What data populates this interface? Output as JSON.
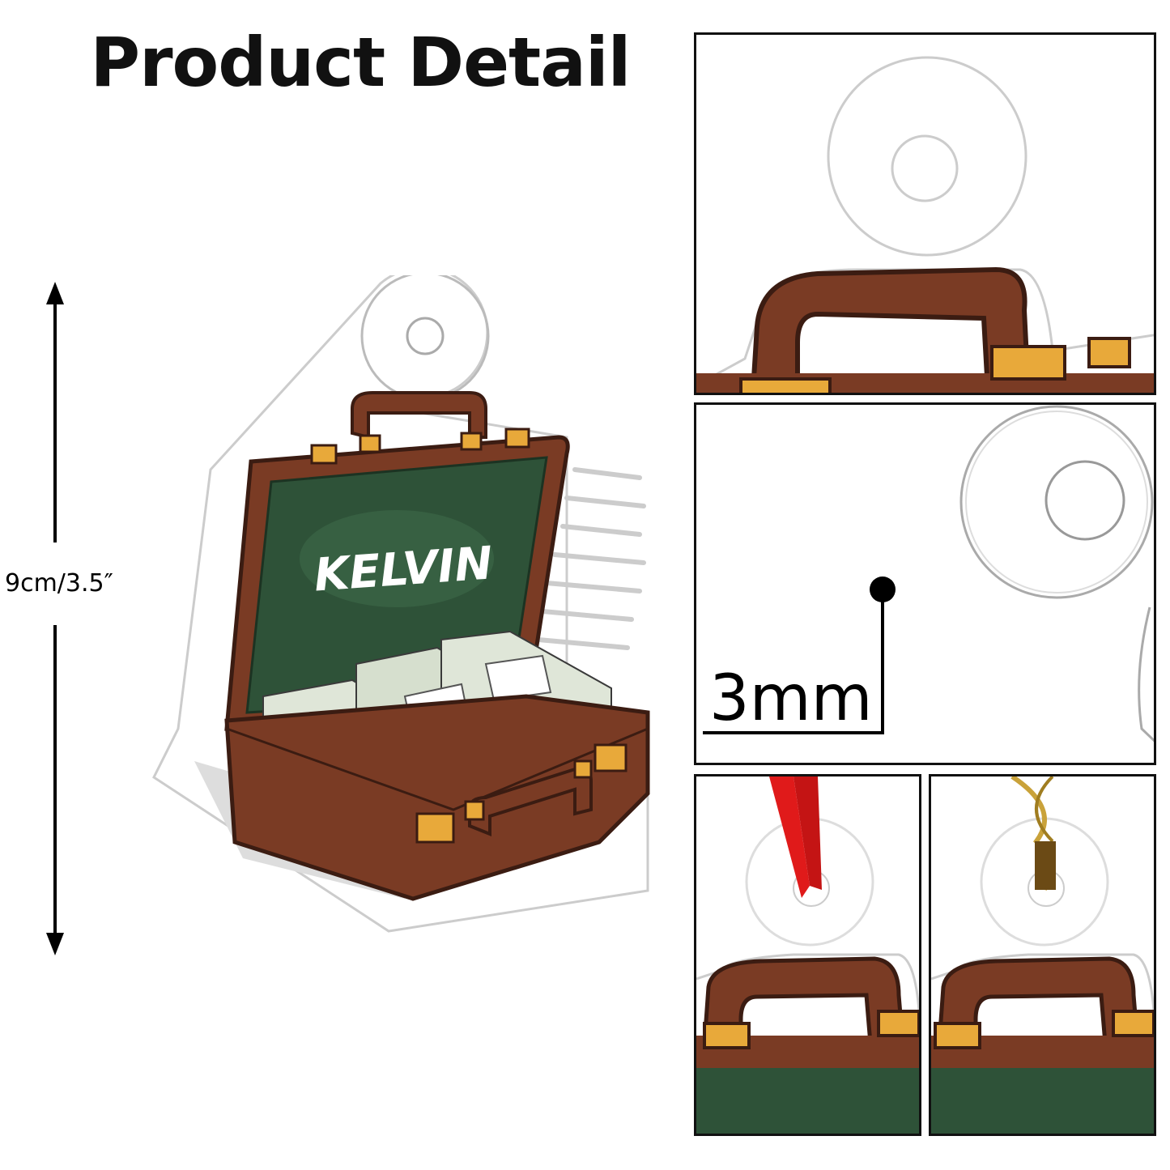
{
  "header": {
    "title": "Product Detail"
  },
  "dimension": {
    "label": "9cm/3.5″"
  },
  "ornament": {
    "name_text": "KELVIN"
  },
  "thickness": {
    "label": "3mm"
  },
  "colors": {
    "brown": "#7a3b24",
    "dark_brown": "#3b1c12",
    "green": "#2e5238",
    "gold": "#e8a93a",
    "ribbon_red": "#e01a1a",
    "string_gold": "#c9a23a"
  }
}
